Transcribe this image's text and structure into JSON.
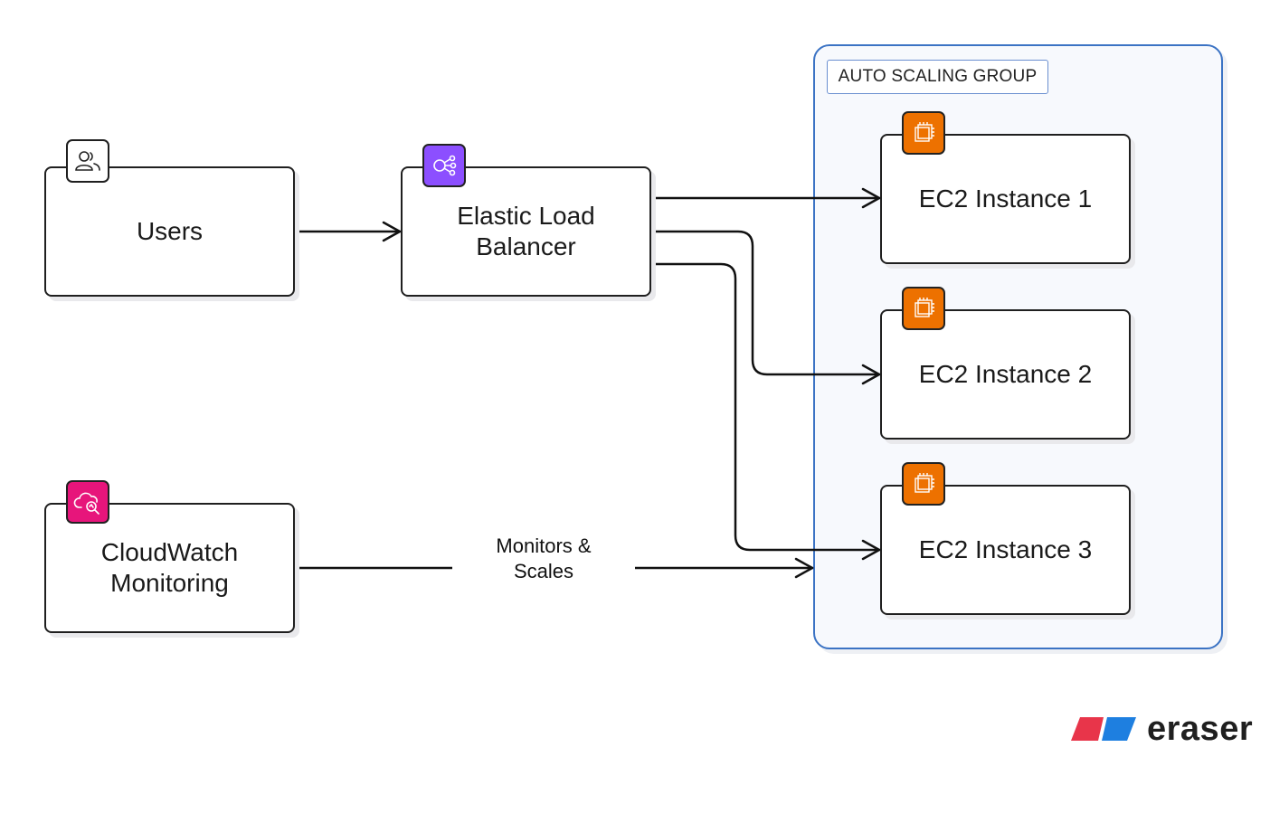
{
  "diagram": {
    "group": {
      "label": "AUTO SCALING GROUP"
    },
    "nodes": {
      "users": {
        "label": "Users",
        "icon": "users-icon"
      },
      "elb": {
        "label": "Elastic Load\nBalancer",
        "icon": "load-balancer-icon",
        "icon_color": "#8c4fff"
      },
      "cloudwatch": {
        "label": "CloudWatch\nMonitoring",
        "icon": "cloudwatch-icon",
        "icon_color": "#e7157b"
      },
      "ec2_1": {
        "label": "EC2 Instance 1",
        "icon": "ec2-icon",
        "icon_color": "#ed7100"
      },
      "ec2_2": {
        "label": "EC2 Instance 2",
        "icon": "ec2-icon",
        "icon_color": "#ed7100"
      },
      "ec2_3": {
        "label": "EC2 Instance 3",
        "icon": "ec2-icon",
        "icon_color": "#ed7100"
      }
    },
    "edges": {
      "monitor_label": "Monitors &\nScales"
    },
    "group_color": "#3b73c4"
  },
  "brand": {
    "name": "eraser",
    "colors": [
      "#e8354a",
      "#1e7fe0"
    ]
  }
}
